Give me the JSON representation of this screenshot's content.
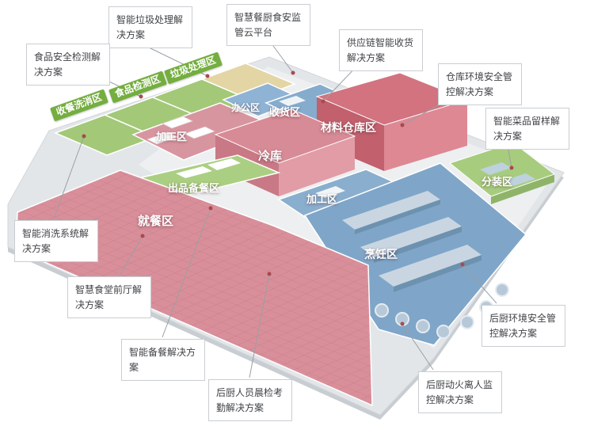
{
  "callouts": [
    {
      "id": "waste",
      "label": "智能垃圾处理解决方案"
    },
    {
      "id": "cloud",
      "label": "智慧餐厨食安监管云平台"
    },
    {
      "id": "supply",
      "label": "供应链智能收货解决方案"
    },
    {
      "id": "food_test",
      "label": "食品安全检测解决方案"
    },
    {
      "id": "warehouse_env",
      "label": "仓库环境安全管控解决方案"
    },
    {
      "id": "dish_sample",
      "label": "智能菜品留样解决方案"
    },
    {
      "id": "washing",
      "label": "智能消洗系统解决方案"
    },
    {
      "id": "front_hall",
      "label": "智慧食堂前厅解决方案"
    },
    {
      "id": "meal_prep",
      "label": "智能备餐解决方案"
    },
    {
      "id": "morning_check",
      "label": "后厨人员晨检考勤解决方案"
    },
    {
      "id": "kitchen_env",
      "label": "后厨环境安全管控解决方案"
    },
    {
      "id": "fire_watch",
      "label": "后厨动火离人监控解决方案"
    }
  ],
  "zones": {
    "wash": "收餐洗消区",
    "test": "食品检测区",
    "waste": "垃圾处理区",
    "processing1": "加工区",
    "office": "办公区",
    "receiving": "收货区",
    "warehouse": "材料仓库区",
    "cold": "冷库",
    "serving": "出品备餐区",
    "processing2": "加工区",
    "dining": "就餐区",
    "packing": "分装区",
    "cooking": "烹饪区"
  },
  "colors": {
    "dining_pink": "#d98f9a",
    "warehouse_red": "#d2737f",
    "cooking_blue": "#7fa6c8",
    "zone_green": "#a3c878",
    "ribbon_green": "#74ae3f",
    "office_tan": "#e3d6a4",
    "leader_line": "#9aa0a5",
    "leader_dot": "#a8494f",
    "slab_gray": "#e3e6e9"
  }
}
